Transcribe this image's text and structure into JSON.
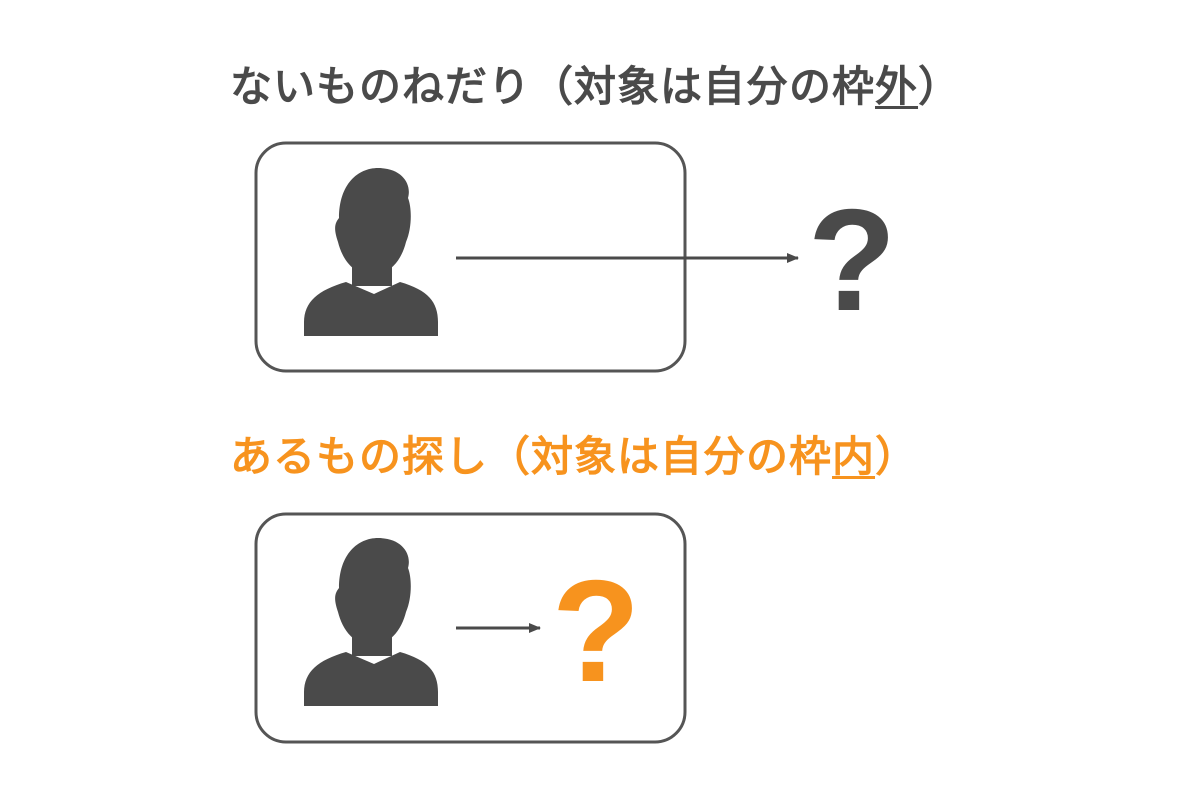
{
  "colors": {
    "dark": "#4a4a4a",
    "accent": "#f7931e",
    "frame": "#555555",
    "background": "#ffffff"
  },
  "top_section": {
    "title_main": "ないものねだり（対象は自分の枠",
    "title_underlined": "外",
    "title_end": "）",
    "person_icon": "person-silhouette-icon",
    "target_glyph": "?",
    "target_color": "#4a4a4a"
  },
  "bottom_section": {
    "title_main": "あるもの探し（対象は自分の枠",
    "title_underlined": "内",
    "title_end": "）",
    "person_icon": "person-silhouette-icon",
    "target_glyph": "?",
    "target_color": "#f7931e"
  }
}
